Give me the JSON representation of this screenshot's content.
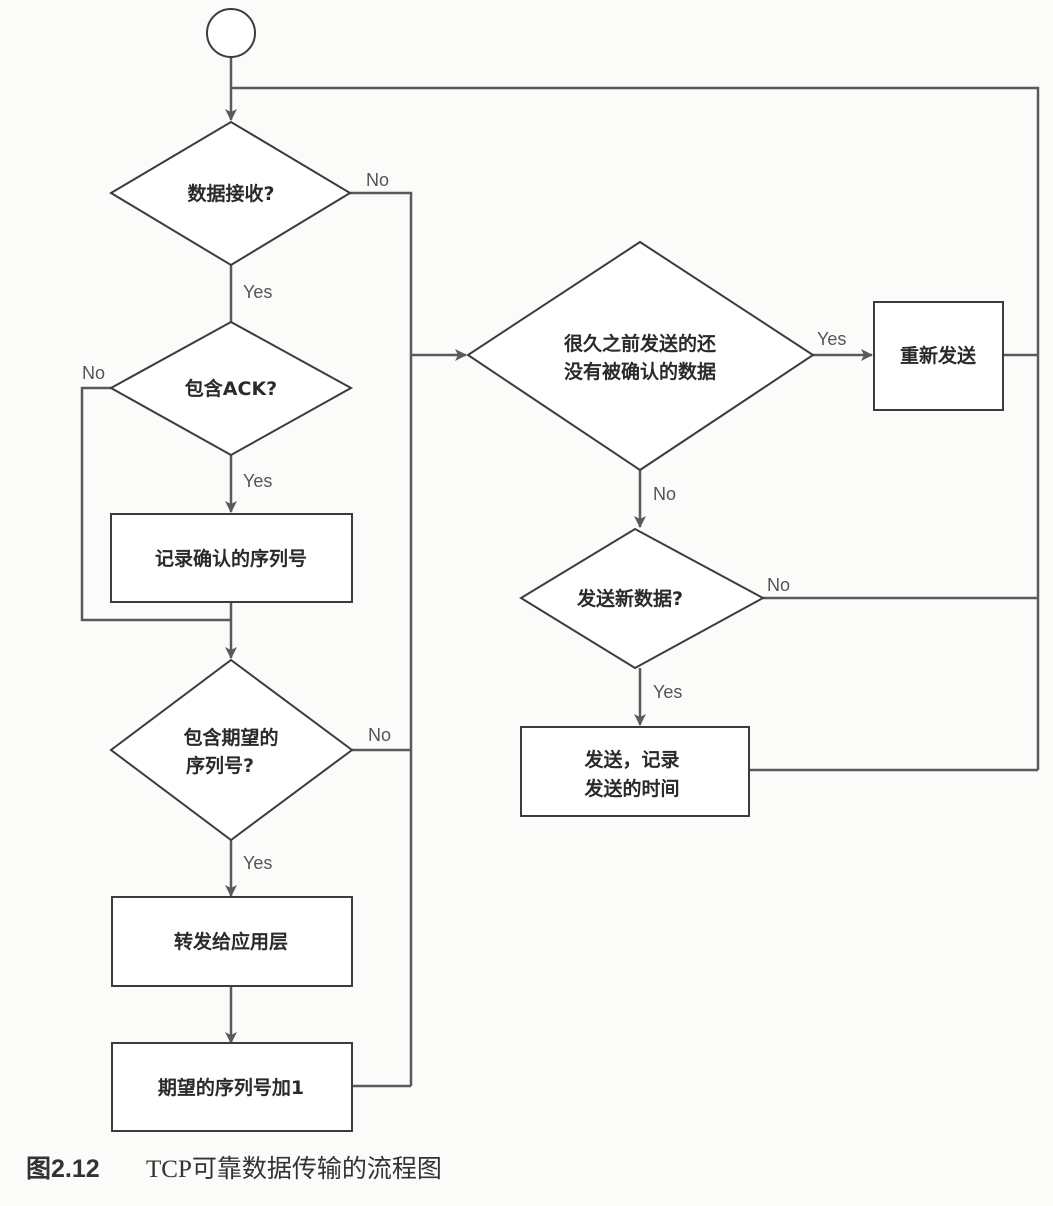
{
  "diagram": {
    "nodes": {
      "start": {
        "type": "terminal",
        "label": ""
      },
      "data_received": {
        "type": "decision",
        "lines": [
          "数据接收?"
        ]
      },
      "contains_ack": {
        "type": "decision",
        "lines": [
          "包含ACK?"
        ]
      },
      "record_ack_seq": {
        "type": "process",
        "lines": [
          "记录确认的序列号"
        ]
      },
      "expected_seq": {
        "type": "decision",
        "lines": [
          "包含期望的",
          "序列号?"
        ]
      },
      "forward_app": {
        "type": "process",
        "lines": [
          "转发给应用层"
        ]
      },
      "inc_expected": {
        "type": "process",
        "lines": [
          "期望的序列号加1"
        ]
      },
      "old_unacked": {
        "type": "decision",
        "lines": [
          "很久之前发送的还",
          "没有被确认的数据"
        ]
      },
      "resend": {
        "type": "process",
        "lines": [
          "重新发送"
        ]
      },
      "send_new": {
        "type": "decision",
        "lines": [
          "发送新数据?"
        ]
      },
      "send_record": {
        "type": "process",
        "lines": [
          "发送，记录",
          "发送的时间"
        ]
      }
    },
    "edges": [
      {
        "from": "start",
        "to": "data_received",
        "label": ""
      },
      {
        "from": "data_received",
        "to": "contains_ack",
        "label": "Yes"
      },
      {
        "from": "data_received",
        "to": "old_unacked",
        "label": "No"
      },
      {
        "from": "contains_ack",
        "to": "record_ack_seq",
        "label": "Yes"
      },
      {
        "from": "contains_ack",
        "to": "expected_seq",
        "label": "No"
      },
      {
        "from": "record_ack_seq",
        "to": "expected_seq",
        "label": ""
      },
      {
        "from": "expected_seq",
        "to": "forward_app",
        "label": "Yes"
      },
      {
        "from": "expected_seq",
        "to": "old_unacked",
        "label": "No"
      },
      {
        "from": "forward_app",
        "to": "inc_expected",
        "label": ""
      },
      {
        "from": "inc_expected",
        "to": "old_unacked",
        "label": ""
      },
      {
        "from": "old_unacked",
        "to": "resend",
        "label": "Yes"
      },
      {
        "from": "old_unacked",
        "to": "send_new",
        "label": "No"
      },
      {
        "from": "resend",
        "to": "data_received",
        "label": ""
      },
      {
        "from": "send_new",
        "to": "send_record",
        "label": "Yes"
      },
      {
        "from": "send_new",
        "to": "data_received",
        "label": "No"
      },
      {
        "from": "send_record",
        "to": "data_received",
        "label": ""
      }
    ],
    "labels": {
      "yes": "Yes",
      "no": "No"
    }
  },
  "caption": {
    "number": "图2.12",
    "text": "TCP可靠数据传输的流程图"
  }
}
